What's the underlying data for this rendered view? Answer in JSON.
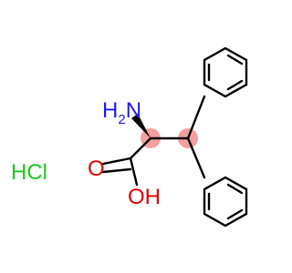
{
  "molecule": {
    "labels": {
      "amine_element": "N",
      "amine_hydrogen": "H",
      "amine_hydrogen_count": "2",
      "carbonyl_oxygen": "O",
      "hydroxyl": "OH",
      "salt": "HCl"
    },
    "colors": {
      "bond": "#000000",
      "nitrogen": "#1c1cf0",
      "oxygen": "#e00000",
      "chlorine": "#1ec81e",
      "stereo_highlight": "#f4a0a0"
    }
  }
}
